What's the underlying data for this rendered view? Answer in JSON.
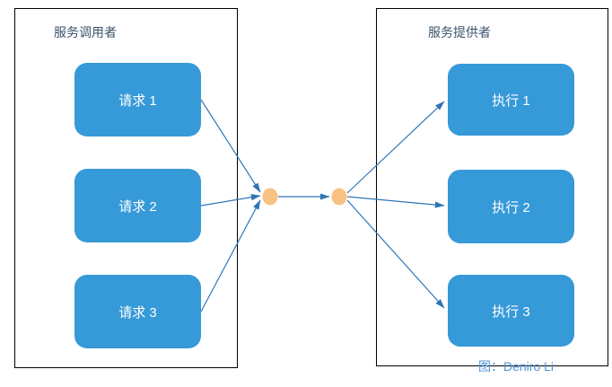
{
  "diagram": {
    "caption": "图：Deniro Li",
    "left_panel": {
      "title": "服务调用者",
      "nodes": [
        {
          "label": "请求 1"
        },
        {
          "label": "请求 2"
        },
        {
          "label": "请求 3"
        }
      ]
    },
    "right_panel": {
      "title": "服务提供者",
      "nodes": [
        {
          "label": "执行 1"
        },
        {
          "label": "执行 2"
        },
        {
          "label": "执行 3"
        }
      ]
    },
    "connectors": {
      "hub_count": 2,
      "flow": "requests converge to left hub dot, arrow to right hub dot, fan out to executors"
    },
    "colors": {
      "node_fill": "#3699d8",
      "node_text": "#ffffff",
      "arrow": "#2e75b6",
      "hub_dot": "#f9c183",
      "panel_border": "#000000",
      "panel_title_text": "#3a536b",
      "caption_text": "#4e95d9",
      "background": "#ffffff"
    }
  }
}
